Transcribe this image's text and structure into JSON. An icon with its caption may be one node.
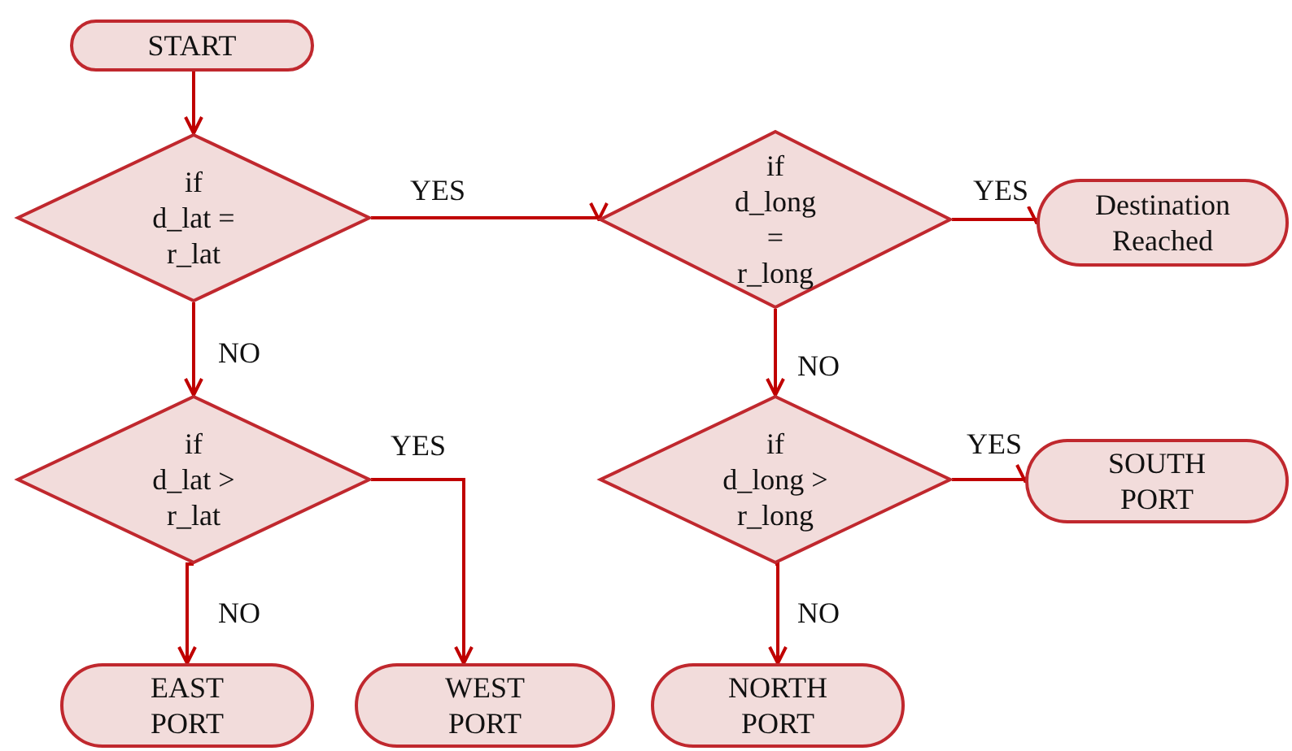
{
  "diagram": {
    "nodes": [
      {
        "text": [
          "START"
        ]
      },
      {
        "text": [
          "if d_lat = r_lat"
        ]
      },
      {
        "text": [
          "if d_long = r_long"
        ]
      },
      {
        "text": [
          "Destination Reached"
        ]
      },
      {
        "text": [
          "if d_lat > r_lat"
        ]
      },
      {
        "text": [
          "if d_long > r_long"
        ]
      },
      {
        "text": [
          "SOUTH PORT"
        ]
      },
      {
        "text": [
          "EAST PORT"
        ]
      },
      {
        "text": [
          "WEST PORT"
        ]
      },
      {
        "text": [
          "NORTH PORT"
        ]
      }
    ],
    "edges": [
      {
        "from": 0,
        "to": 1,
        "arrow": "to"
      },
      {
        "from": 1,
        "to": 2,
        "arrow": "to",
        "label": "YES"
      },
      {
        "from": 2,
        "to": 3,
        "arrow": "to",
        "label": "YES"
      },
      {
        "from": 1,
        "to": 4,
        "arrow": "to",
        "label": "NO"
      },
      {
        "from": 4,
        "to": 7,
        "arrow": "to",
        "label": "NO"
      },
      {
        "from": 4,
        "to": 8,
        "arrow": "to",
        "label": "YES"
      },
      {
        "from": 2,
        "to": 5,
        "arrow": "to",
        "label": "NO"
      },
      {
        "from": 5,
        "to": 6,
        "arrow": "to",
        "label": "YES"
      },
      {
        "from": 5,
        "to": 9,
        "arrow": "to",
        "label": "NO"
      }
    ]
  }
}
